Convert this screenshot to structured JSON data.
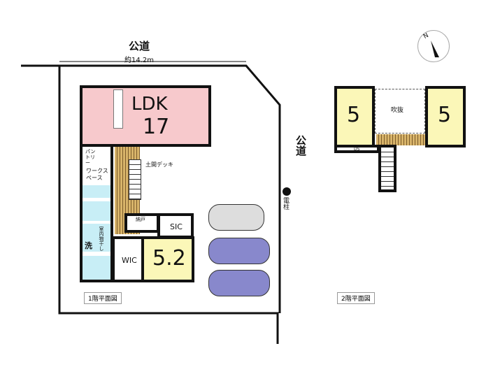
{
  "site": {
    "road_top": "公道",
    "width_dim": "約14.2m",
    "road_right": "公道",
    "pole": "電柱"
  },
  "floor1": {
    "caption": "1階平面図",
    "ldk_label": "LDK",
    "ldk_size": "17",
    "pantry": "パントリー",
    "workspace": "ワークスペース",
    "doma_deck": "土間デッキ",
    "closet": "納戸",
    "sic": "SIC",
    "laundry": "室内物干し",
    "wash": "洗",
    "wic": "WIC",
    "room_size": "5.2"
  },
  "floor2": {
    "caption": "2階平面図",
    "room_left": "5",
    "void": "吹抜",
    "room_right": "5",
    "ds": "DS"
  },
  "compass": {
    "north": "N"
  },
  "colors": {
    "ldk": "#f7c9cc",
    "room": "#fbf7b8",
    "wet": "#c8eef6",
    "stair": "#d8b46a"
  }
}
